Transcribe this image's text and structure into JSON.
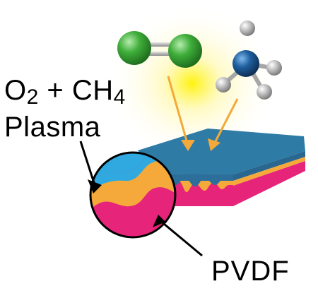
{
  "labels": {
    "gas_left": "O",
    "gas_left_sub": "2",
    "gas_join": " + CH",
    "gas_right_sub": "4",
    "plasma": "Plasma",
    "material": "PVDF"
  },
  "icons": [
    "oxygen-molecule-icon",
    "methane-molecule-icon",
    "glow",
    "film-block",
    "magnified-circle"
  ],
  "colors": {
    "top_surface": "#2e7ba6",
    "front_blue": "#2c6f9a",
    "orange_layer": "#f4a93a",
    "pink_layer": "#e6247a",
    "light_blue": "#2fa9df",
    "oxygen_green": "#3aa635",
    "methane_center": "#1f5f9e",
    "hydrogen_gray": "#b8b8b8",
    "glow": "#fff36a"
  }
}
